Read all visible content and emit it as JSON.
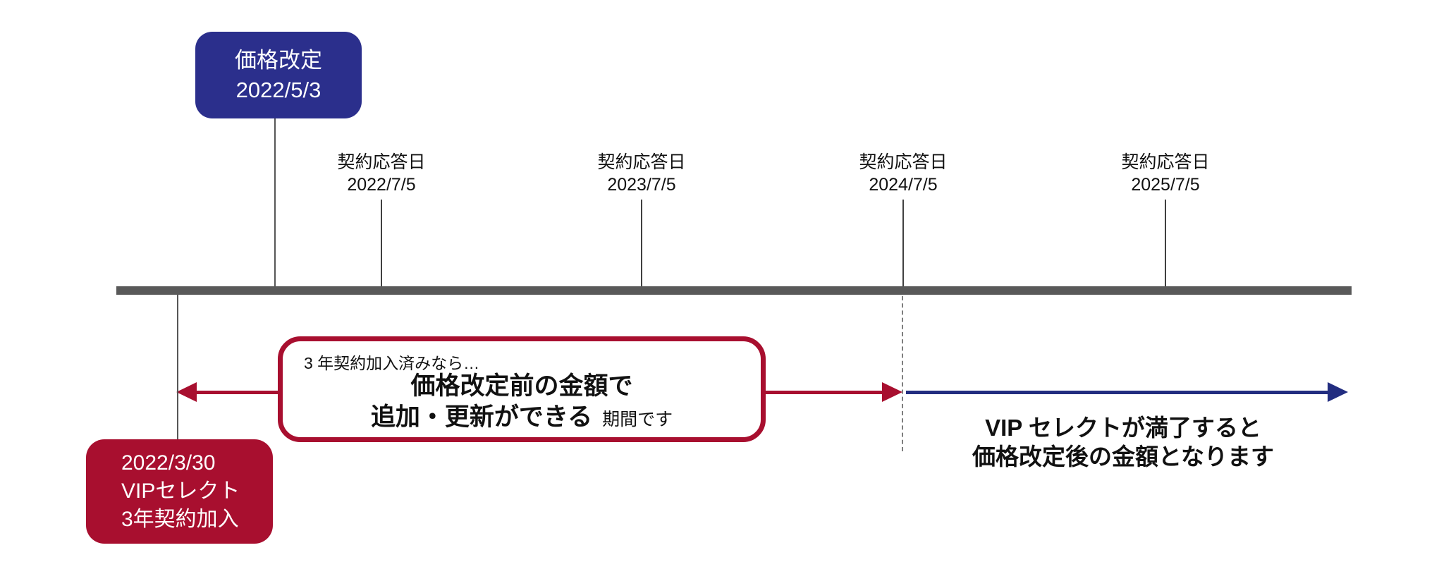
{
  "colors": {
    "navy_box": "#2b2f8c",
    "crimson": "#a80f2f",
    "blue_arrow": "#222d80",
    "timeline_bar_gray": "#595959",
    "dashed_line_gray": "#7e7e7e",
    "text_black": "#111111",
    "white": "#ffffff"
  },
  "price_revision_box": {
    "title": "価格改定",
    "date": "2022/5/3"
  },
  "timeline": {
    "ticks": [
      {
        "label": "契約応答日",
        "date": "2022/7/5"
      },
      {
        "label": "契約応答日",
        "date": "2023/7/5"
      },
      {
        "label": "契約応答日",
        "date": "2024/7/5"
      },
      {
        "label": "契約応答日",
        "date": "2025/7/5"
      }
    ]
  },
  "callout": {
    "pre": "3 年契約加入済みなら…",
    "main_line1": "価格改定前の金額で",
    "main_line2": "追加・更新ができる",
    "suffix": "期間です"
  },
  "join_box": {
    "line1": "2022/3/30",
    "line2": "VIPセレクト",
    "line3": "3年契約加入"
  },
  "after_note": {
    "line1": "VIP セレクトが満了すると",
    "line2": "価格改定後の金額となります"
  }
}
